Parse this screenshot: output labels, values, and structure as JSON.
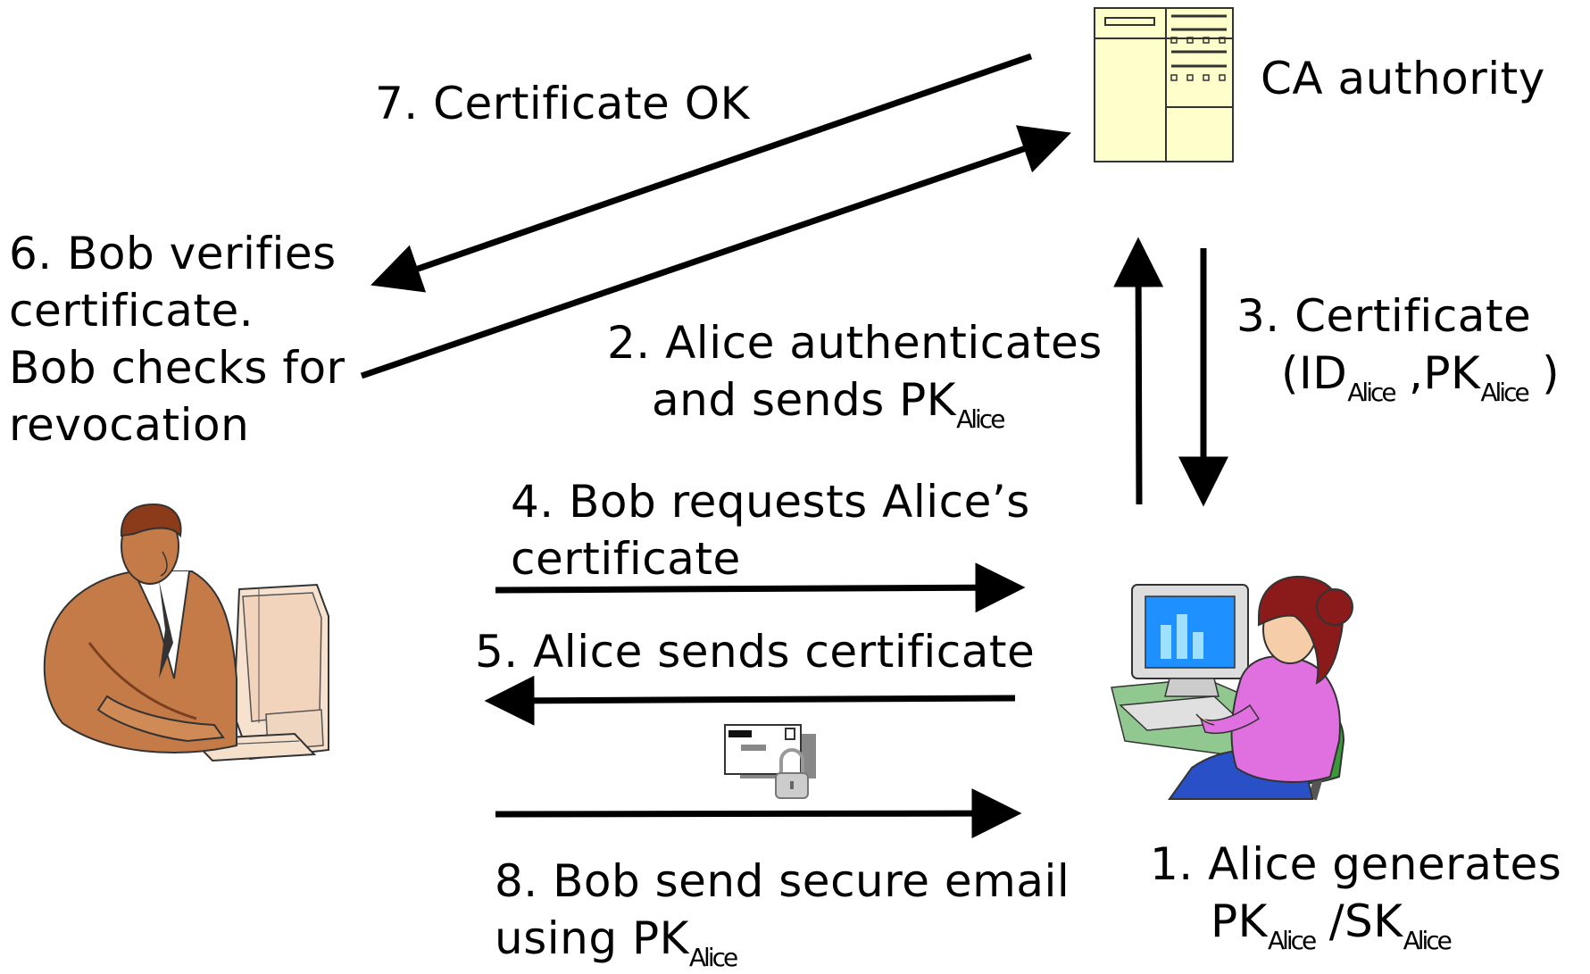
{
  "ca": {
    "label": "CA authority"
  },
  "steps": {
    "s1": {
      "line1": "1. Alice generates",
      "pk": "PK",
      "sk": "/SK",
      "sub": "Alice"
    },
    "s2": {
      "line1": "2. Alice authenticates",
      "line2": "and sends PK",
      "sub": "Alice"
    },
    "s3": {
      "line1": "3. Certificate",
      "id": "(ID",
      "pk": ",PK",
      "close": ")",
      "sub": "Alice"
    },
    "s4": {
      "line1": "4. Bob requests Alice’s",
      "line2": "certificate"
    },
    "s5": {
      "line1": "5. Alice sends certificate"
    },
    "s6": {
      "line1": "6. Bob verifies",
      "line2": "certificate.",
      "line3": "Bob checks for",
      "line4": "revocation"
    },
    "s7": {
      "line1": "7. Certificate OK"
    },
    "s8": {
      "line1": "8. Bob send secure email",
      "line2": "using PK",
      "sub": "Alice"
    }
  },
  "icons": {
    "ca": "server-icon",
    "bob": "man-at-computer-icon",
    "alice": "woman-at-computer-icon",
    "email": "locked-envelope-icon"
  },
  "colors": {
    "server_fill": "#ffffcc",
    "bob_skin": "#c0804f",
    "alice_hair": "#8b1a1a",
    "alice_top": "#e070e0",
    "monitor_screen": "#1e90ff",
    "chair": "#3a9a3a",
    "desk": "#90c890"
  }
}
